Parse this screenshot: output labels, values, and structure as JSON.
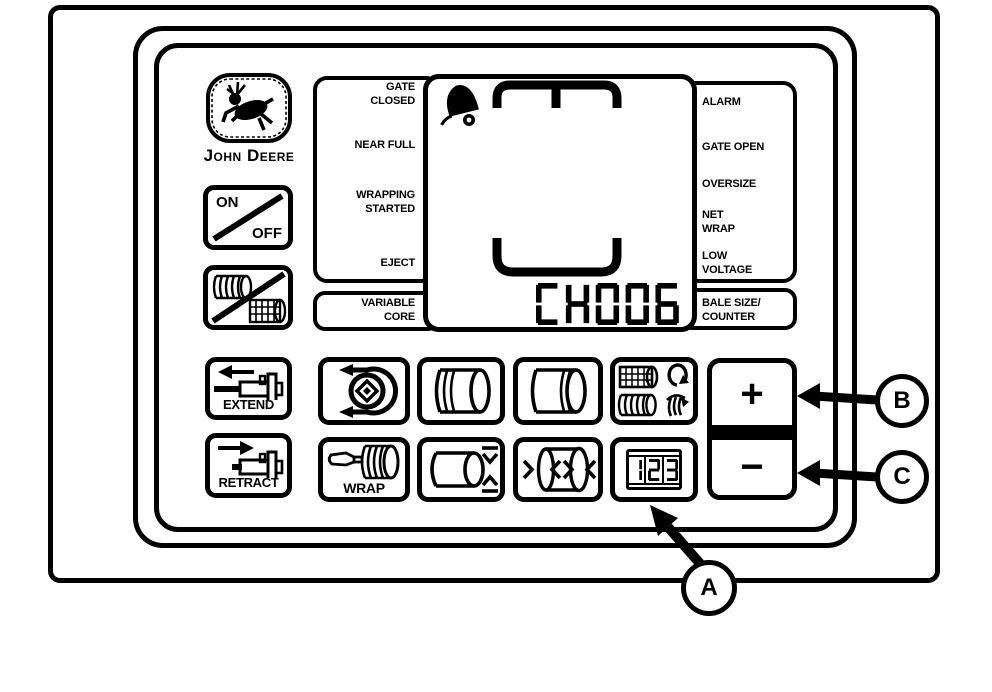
{
  "colors": {
    "ink": "#000000",
    "bg": "#ffffff"
  },
  "brand": {
    "name": "John Deere",
    "logo_icon": "john-deere-deer-logo-icon"
  },
  "power_button": {
    "on_label": "ON",
    "off_label": "OFF",
    "icon": "on-off-slash-icon"
  },
  "selector_button": {
    "icon": "twine-net-select-icon"
  },
  "left_panel": {
    "items": [
      {
        "lines": [
          "GATE",
          "CLOSED"
        ]
      },
      {
        "lines": [
          "NEAR FULL"
        ]
      },
      {
        "lines": [
          "WRAPPING",
          "STARTED"
        ]
      },
      {
        "lines": [
          "EJECT"
        ]
      }
    ],
    "variable_core": {
      "lines": [
        "VARIABLE",
        "CORE"
      ]
    }
  },
  "display": {
    "value": "CH006",
    "alarm_icon": "alarm-bell-icon",
    "bale_ring_icon": "bale-size-ring-segments-icon"
  },
  "right_panel": {
    "items": [
      {
        "lines": [
          "ALARM"
        ]
      },
      {
        "lines": [
          "GATE OPEN"
        ]
      },
      {
        "lines": [
          "OVERSIZE"
        ]
      },
      {
        "lines": [
          "NET",
          "WRAP"
        ]
      },
      {
        "lines": [
          "LOW",
          "VOLTAGE"
        ]
      }
    ],
    "bale_size_counter": {
      "lines": [
        "BALE SIZE/",
        "COUNTER"
      ]
    }
  },
  "actuator_buttons": {
    "extend_label": "EXTEND",
    "retract_label": "RETRACT"
  },
  "function_buttons": {
    "row1": [
      {
        "icon": "belt-bale-rotation-icon"
      },
      {
        "icon": "bale-start-wraps-icon"
      },
      {
        "icon": "bale-end-wraps-icon"
      },
      {
        "icon": "net-twine-wrap-count-icon"
      }
    ],
    "wrap_label": "WRAP",
    "row2": [
      {
        "icon": "hand-wrap-icon"
      },
      {
        "icon": "bale-size-limit-icon"
      },
      {
        "icon": "end-wrap-position-icon"
      },
      {
        "icon": "bale-counter-digits-icon"
      }
    ],
    "counter_digits": {
      "d1": "1",
      "d2": "2",
      "d3": "3"
    }
  },
  "adjust_buttons": {
    "plus_label": "+",
    "minus_label": "−"
  },
  "callouts": {
    "a": "A",
    "b": "B",
    "c": "C"
  }
}
